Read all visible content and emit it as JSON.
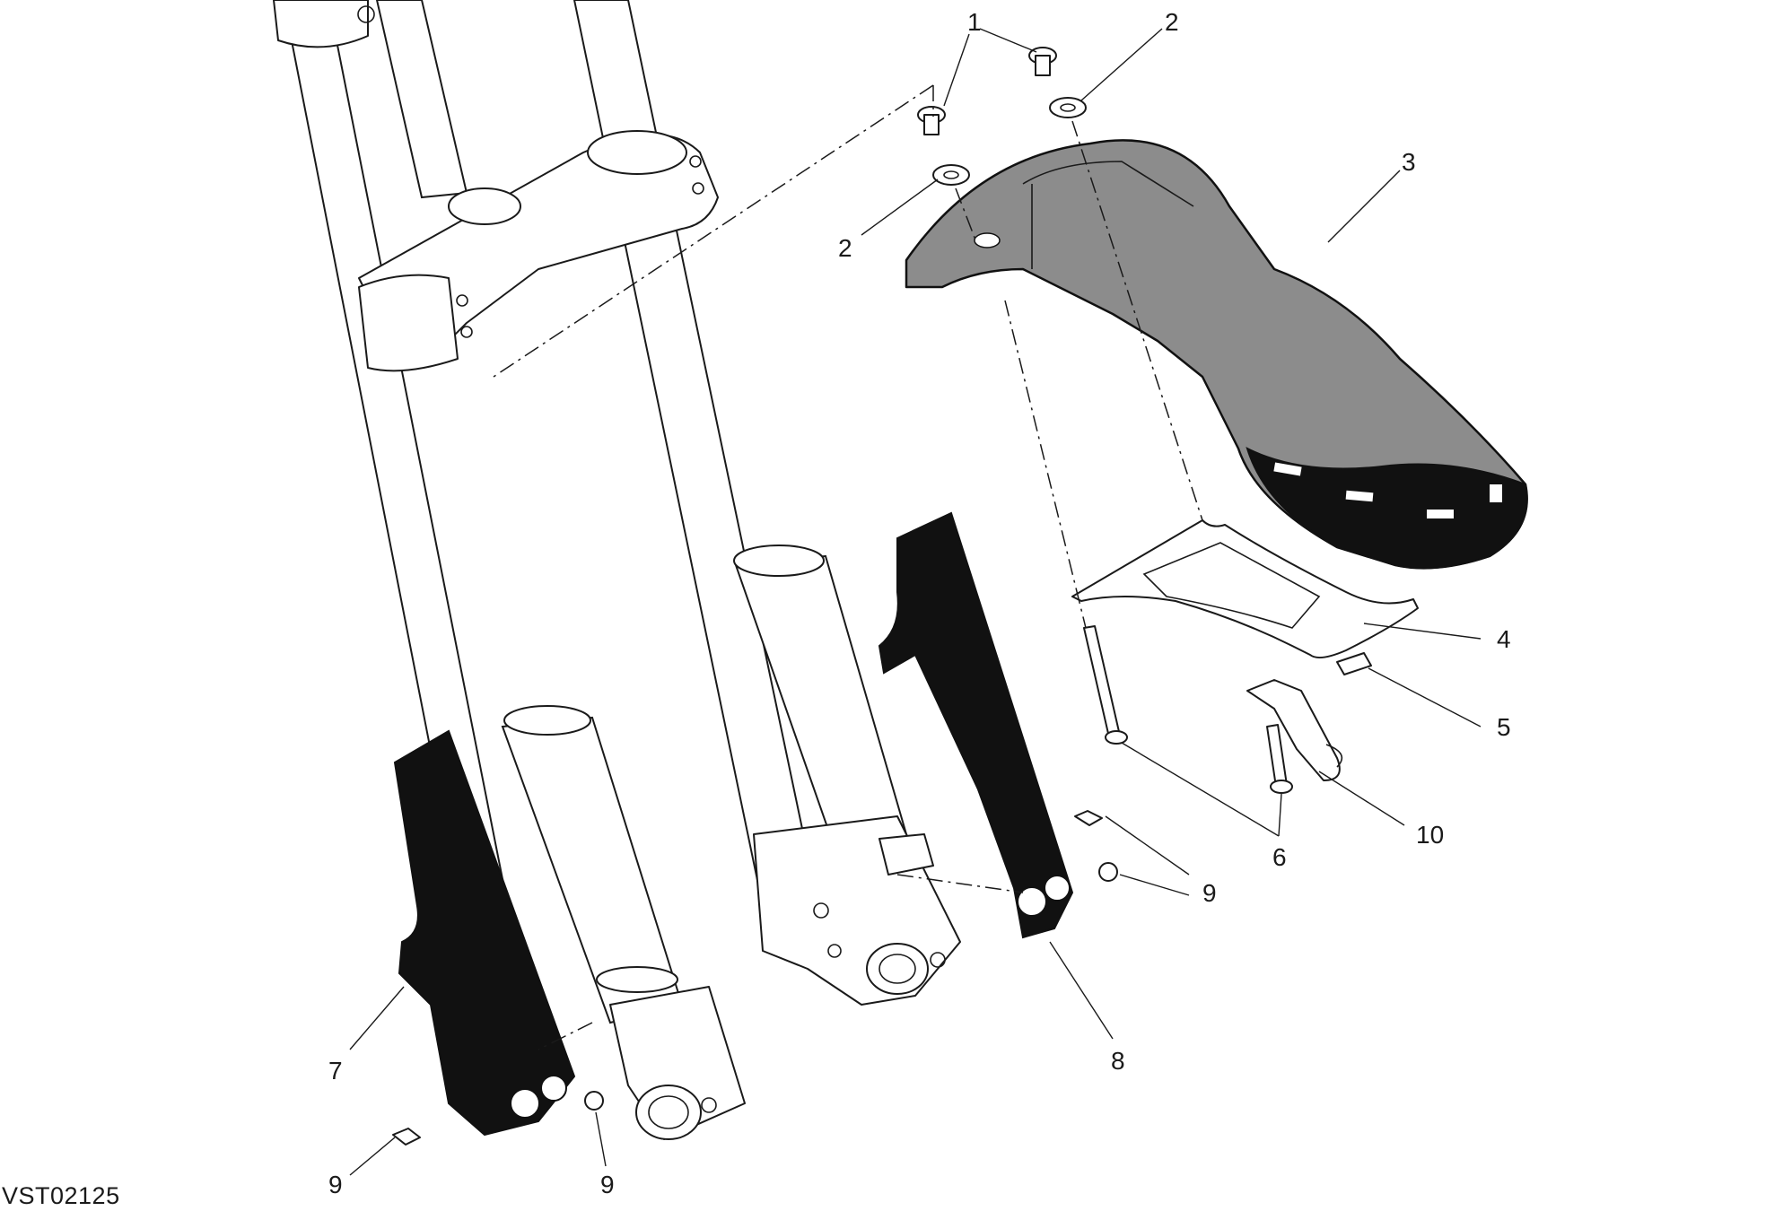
{
  "drawing_code": "VST02125",
  "callouts": [
    {
      "id": "c1a",
      "label": "1"
    },
    {
      "id": "c2a",
      "label": "2"
    },
    {
      "id": "c2b",
      "label": "2"
    },
    {
      "id": "c3",
      "label": "3"
    },
    {
      "id": "c4",
      "label": "4"
    },
    {
      "id": "c5",
      "label": "5"
    },
    {
      "id": "c6",
      "label": "6"
    },
    {
      "id": "c7",
      "label": "7"
    },
    {
      "id": "c8",
      "label": "8"
    },
    {
      "id": "c9a",
      "label": "9"
    },
    {
      "id": "c9b",
      "label": "9"
    },
    {
      "id": "c9c",
      "label": "9"
    },
    {
      "id": "c10",
      "label": "10"
    }
  ]
}
